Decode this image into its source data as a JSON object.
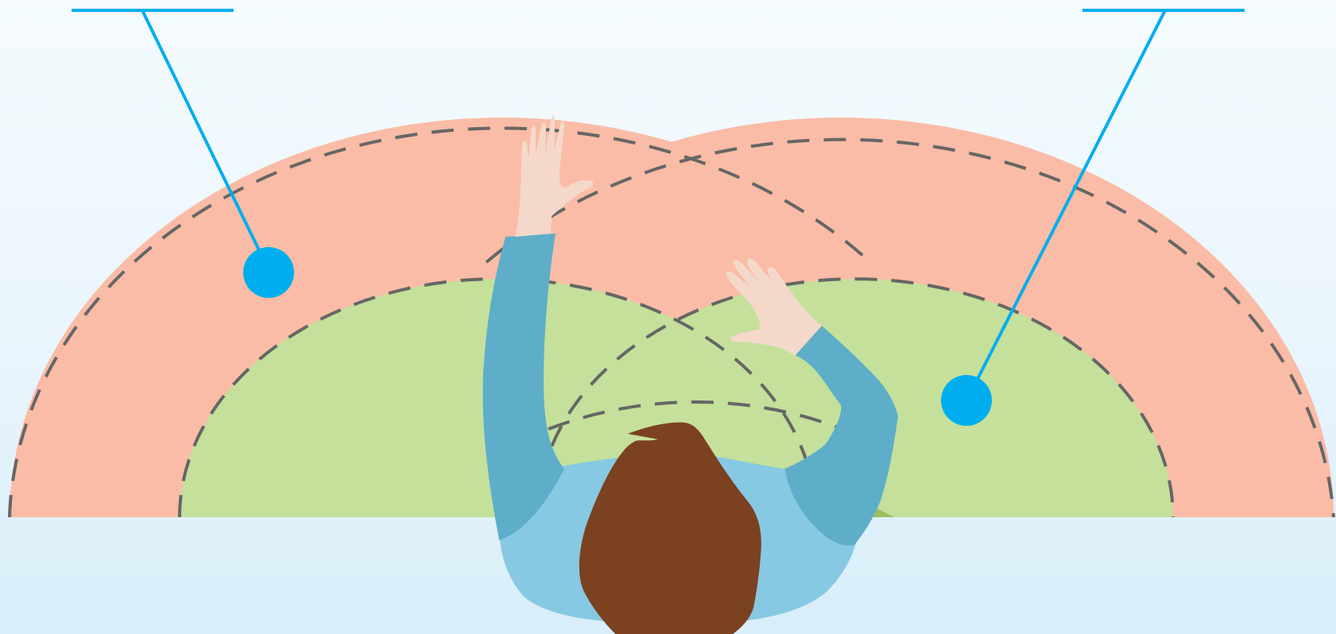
{
  "diagram": {
    "type": "workspace-reach-zones",
    "view": "top-down",
    "zones": [
      {
        "name": "maximum-reach-zone",
        "fill": "#fabca6"
      },
      {
        "name": "normal-reach-zone",
        "fill": "#c4e09b"
      },
      {
        "name": "overlap-working-zone",
        "fill": "#98c15e"
      }
    ],
    "outline_color": "#666666",
    "callout_color": "#00aeef",
    "figure_colors": {
      "hair": "#7b4120",
      "shirt": "#87c9e3",
      "sleeve": "#5eaec9",
      "skin": "#f4d9cb"
    },
    "callouts": [
      {
        "name": "left-callout",
        "label": ""
      },
      {
        "name": "right-callout",
        "label": ""
      }
    ]
  }
}
